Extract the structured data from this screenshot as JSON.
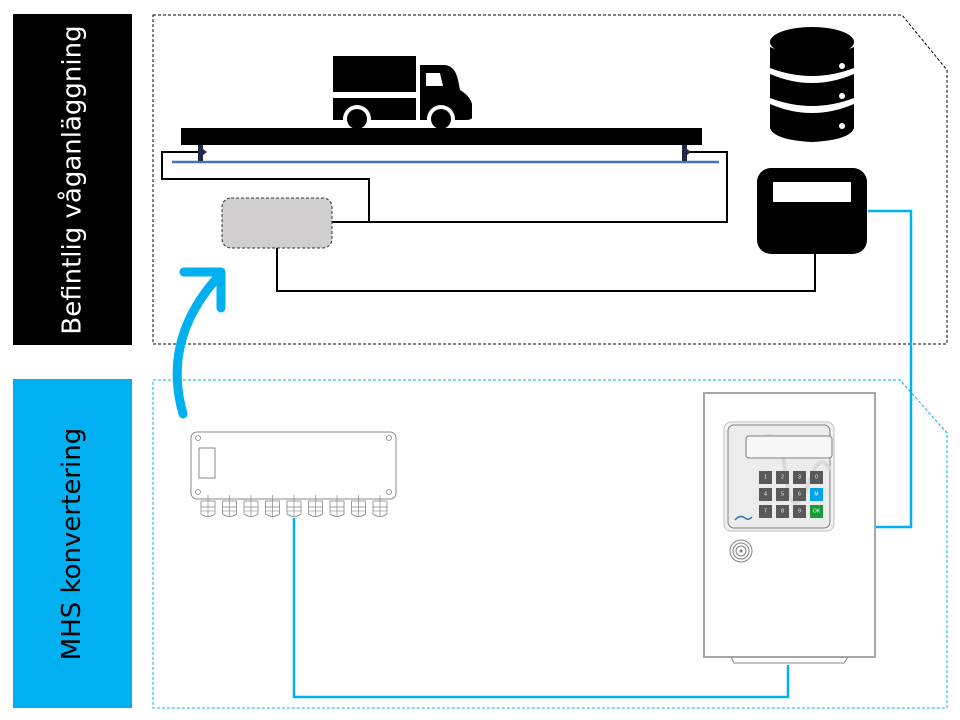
{
  "sections": [
    {
      "id": "existing",
      "label": "Befintlig våganläggning",
      "color": "#000000",
      "text_color": "#ffffff"
    },
    {
      "id": "conversion",
      "label": "MHS konvertering",
      "color": "#00b0f0",
      "text_color": "#000000"
    }
  ],
  "existing_system": {
    "components": [
      {
        "name": "truck-icon",
        "description": "Lastbil på vågbrygga"
      },
      {
        "name": "weighbridge-platform",
        "description": "Vågbrygga"
      },
      {
        "name": "load-cell-left",
        "description": "Lastcell vänster"
      },
      {
        "name": "load-cell-right",
        "description": "Lastcell höger"
      },
      {
        "name": "junction-box-old",
        "description": "Kopplingslåda (ersätts)"
      },
      {
        "name": "weight-indicator",
        "description": "Vägningsinstrument"
      },
      {
        "name": "database-icon",
        "description": "Databas"
      }
    ],
    "colors": {
      "line": "#000000",
      "foundation": "#4472c4",
      "junction_fill": "#d0cece"
    }
  },
  "mhs_system": {
    "components": [
      {
        "name": "mhs-junction-box",
        "description": "MHS kopplingslåda",
        "glands": 9
      },
      {
        "name": "terminal-cabinet",
        "description": "MHS terminal"
      }
    ],
    "keypad": {
      "keys": [
        "1",
        "2",
        "3",
        "0",
        "4",
        "5",
        "6",
        "M",
        "7",
        "8",
        "9",
        "OK"
      ]
    },
    "colors": {
      "cable": "#00b0f0",
      "key_default": "#595959",
      "key_menu": "#00a2e8",
      "key_ok": "#1a9a3a"
    }
  },
  "accent_color": "#00b0f0"
}
